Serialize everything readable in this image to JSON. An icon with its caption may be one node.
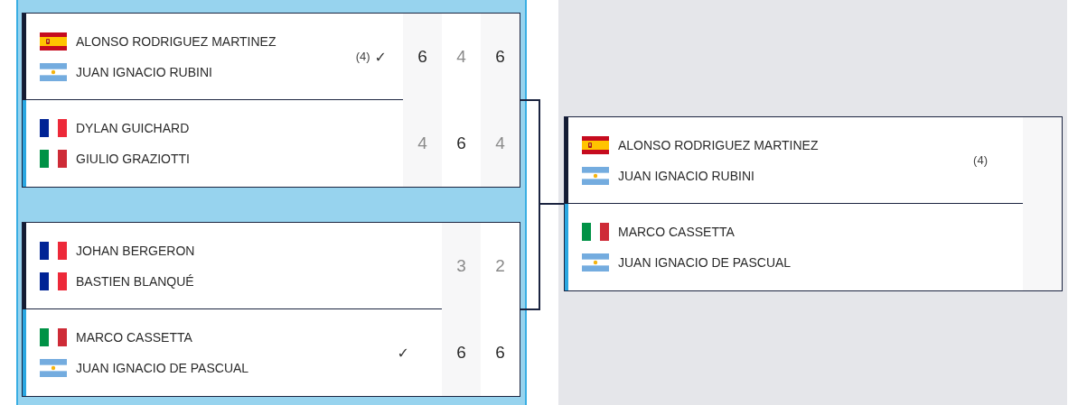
{
  "diagram": {
    "nodes": [
      {
        "text": [],
        "shape": "box"
      },
      {
        "text": [
          "ALONSO RODRIGUEZ MARTINEZ",
          "JUAN IGNACIO RUBINI",
          "(4)",
          "✓",
          "6",
          "4",
          "6"
        ],
        "in": 0
      },
      {
        "text": [
          "DYLAN GUICHARD",
          "GIULIO GRAZIOTTI",
          "4",
          "6",
          "4"
        ],
        "in": 0
      },
      {
        "text": [],
        "shape": "box"
      },
      {
        "text": [
          "JOHAN BERGERON",
          "BASTIEN BLANQUÉ",
          "3",
          "2"
        ],
        "in": 3
      },
      {
        "text": [
          "MARCO CASSETTA",
          "JUAN IGNACIO DE PASCUAL",
          "✓",
          "6",
          "6"
        ],
        "in": 3
      },
      {
        "text": [],
        "shape": "box"
      },
      {
        "text": [
          "ALONSO RODRIGUEZ MARTINEZ",
          "JUAN IGNACIO RUBINI",
          "(4)"
        ],
        "in": 6
      },
      {
        "text": [
          "MARCO CASSETTA",
          "JUAN IGNACIO DE PASCUAL"
        ],
        "in": 6
      }
    ],
    "edges": [
      {
        "from": 0,
        "to": 6,
        "arrow": "none"
      },
      {
        "from": 3,
        "to": 6,
        "arrow": "none"
      }
    ]
  }
}
